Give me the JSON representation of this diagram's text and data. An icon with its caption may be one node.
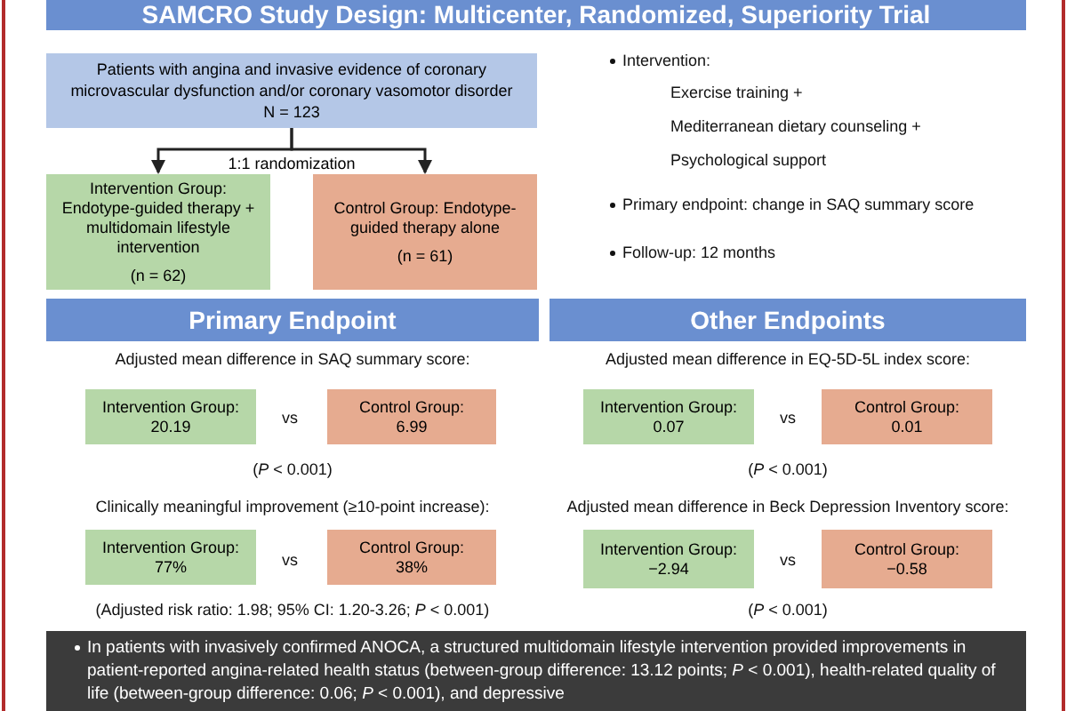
{
  "diagram": {
    "title": "SAMCRO Study Design: Multicenter, Randomized, Superiority Trial",
    "nodes": [
      {
        "text": [
          "Patients with angina and invasive evidence of coronary microvascular dysfunction and/or coronary vasomotor disorder",
          "N = 123"
        ]
      },
      {
        "text": [
          "Intervention Group: Endotype-guided therapy + multidomain lifestyle intervention",
          "(n = 62)"
        ]
      },
      {
        "text": [
          "Control Group: Endotype-guided therapy alone",
          "(n = 61)"
        ]
      },
      {
        "text": [
          "Primary Endpoint"
        ]
      },
      {
        "text": [
          "Other Endpoints"
        ]
      },
      {
        "text": [
          "Intervention Group:",
          "20.19"
        ]
      },
      {
        "text": [
          "Control Group:",
          "6.99"
        ]
      },
      {
        "text": [
          "Intervention Group:",
          "0.07"
        ]
      },
      {
        "text": [
          "Control Group:",
          "0.01"
        ]
      },
      {
        "text": [
          "Intervention Group:",
          "77%"
        ]
      },
      {
        "text": [
          "Control Group:",
          "38%"
        ]
      },
      {
        "text": [
          "Intervention Group:",
          "−2.94"
        ]
      },
      {
        "text": [
          "Control Group:",
          "−0.58"
        ]
      },
      {
        "text": [
          "In patients with invasively confirmed ANOCA, a structured multidomain lifestyle intervention provided improvements in patient-reported angina-related health status (between-group difference: 13.12 points; *P* < 0.001), health-related quality of life (between-group difference: 0.06; *P* < 0.001), and depressive"
        ]
      }
    ],
    "edges": [
      {
        "from": 0,
        "to": 1,
        "arrow": "to",
        "label": "1:1 randomization"
      },
      {
        "from": 0,
        "to": 2,
        "arrow": "to"
      }
    ],
    "labels": [
      "Intervention:",
      "Exercise training +",
      "Mediterranean dietary counseling +",
      "Psychological support",
      "Primary endpoint: change in SAQ summary score",
      "Follow-up: 12 months",
      "Adjusted mean difference in SAQ summary score:",
      "Adjusted mean difference in EQ-5D-5L index score:",
      "vs",
      "vs",
      "(*P* < 0.001)",
      "(*P* < 0.001)",
      "Clinically meaningful improvement (≥10-point increase):",
      "Adjusted mean difference in Beck Depression Inventory score:",
      "vs",
      "vs",
      "(Adjusted risk ratio: 1.98; 95% CI: 1.20-3.26; *P* < 0.001)",
      "(*P* < 0.001)"
    ]
  }
}
